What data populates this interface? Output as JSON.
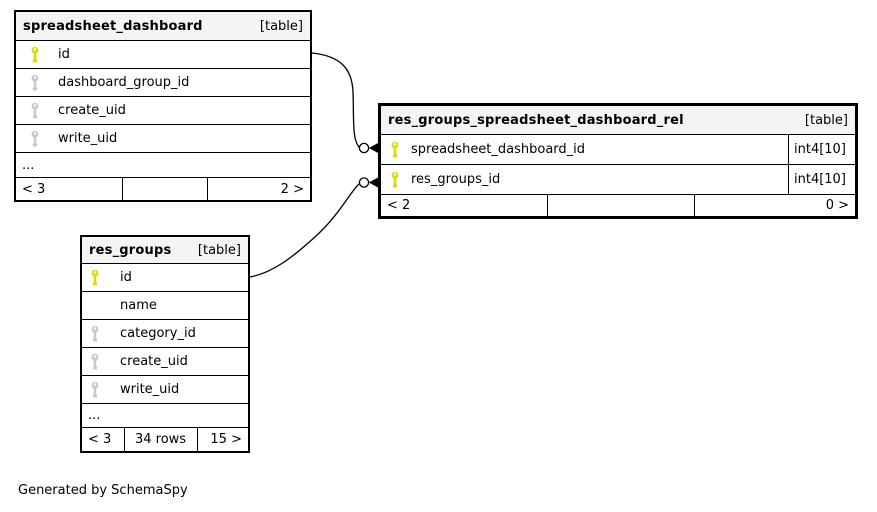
{
  "diagram": {
    "credit": "Generated by SchemaSpy",
    "colors": {
      "primary_key": "#dcdc00",
      "foreign_key": "#c9c9c9",
      "header_bg": "#f4f4f4",
      "border": "#000000",
      "background": "#ffffff"
    },
    "relationships": [
      {
        "from": "spreadsheet_dashboard.id",
        "to": "res_groups_spreadsheet_dashboard_rel.spreadsheet_dashboard_id"
      },
      {
        "from": "res_groups.id",
        "to": "res_groups_spreadsheet_dashboard_rel.res_groups_id"
      }
    ]
  },
  "tables": {
    "spreadsheet_dashboard": {
      "name": "spreadsheet_dashboard",
      "badge": "[table]",
      "columns": [
        {
          "name": "id",
          "key": "primary"
        },
        {
          "name": "dashboard_group_id",
          "key": "foreign"
        },
        {
          "name": "create_uid",
          "key": "foreign"
        },
        {
          "name": "write_uid",
          "key": "foreign"
        }
      ],
      "ellipsis": "...",
      "footer": {
        "left": "< 3",
        "center": "",
        "right": "2 >"
      }
    },
    "rel_table": {
      "name": "res_groups_spreadsheet_dashboard_rel",
      "badge": "[table]",
      "columns": [
        {
          "name": "spreadsheet_dashboard_id",
          "key": "primary",
          "type": "int4[10]"
        },
        {
          "name": "res_groups_id",
          "key": "primary",
          "type": "int4[10]"
        }
      ],
      "footer": {
        "left": "< 2",
        "center": "",
        "right": "0 >"
      }
    },
    "res_groups": {
      "name": "res_groups",
      "badge": "[table]",
      "columns": [
        {
          "name": "id",
          "key": "primary"
        },
        {
          "name": "name",
          "key": "none"
        },
        {
          "name": "category_id",
          "key": "foreign"
        },
        {
          "name": "create_uid",
          "key": "foreign"
        },
        {
          "name": "write_uid",
          "key": "foreign"
        }
      ],
      "ellipsis": "...",
      "footer": {
        "left": "< 3",
        "center": "34 rows",
        "right": "15 >"
      }
    }
  }
}
